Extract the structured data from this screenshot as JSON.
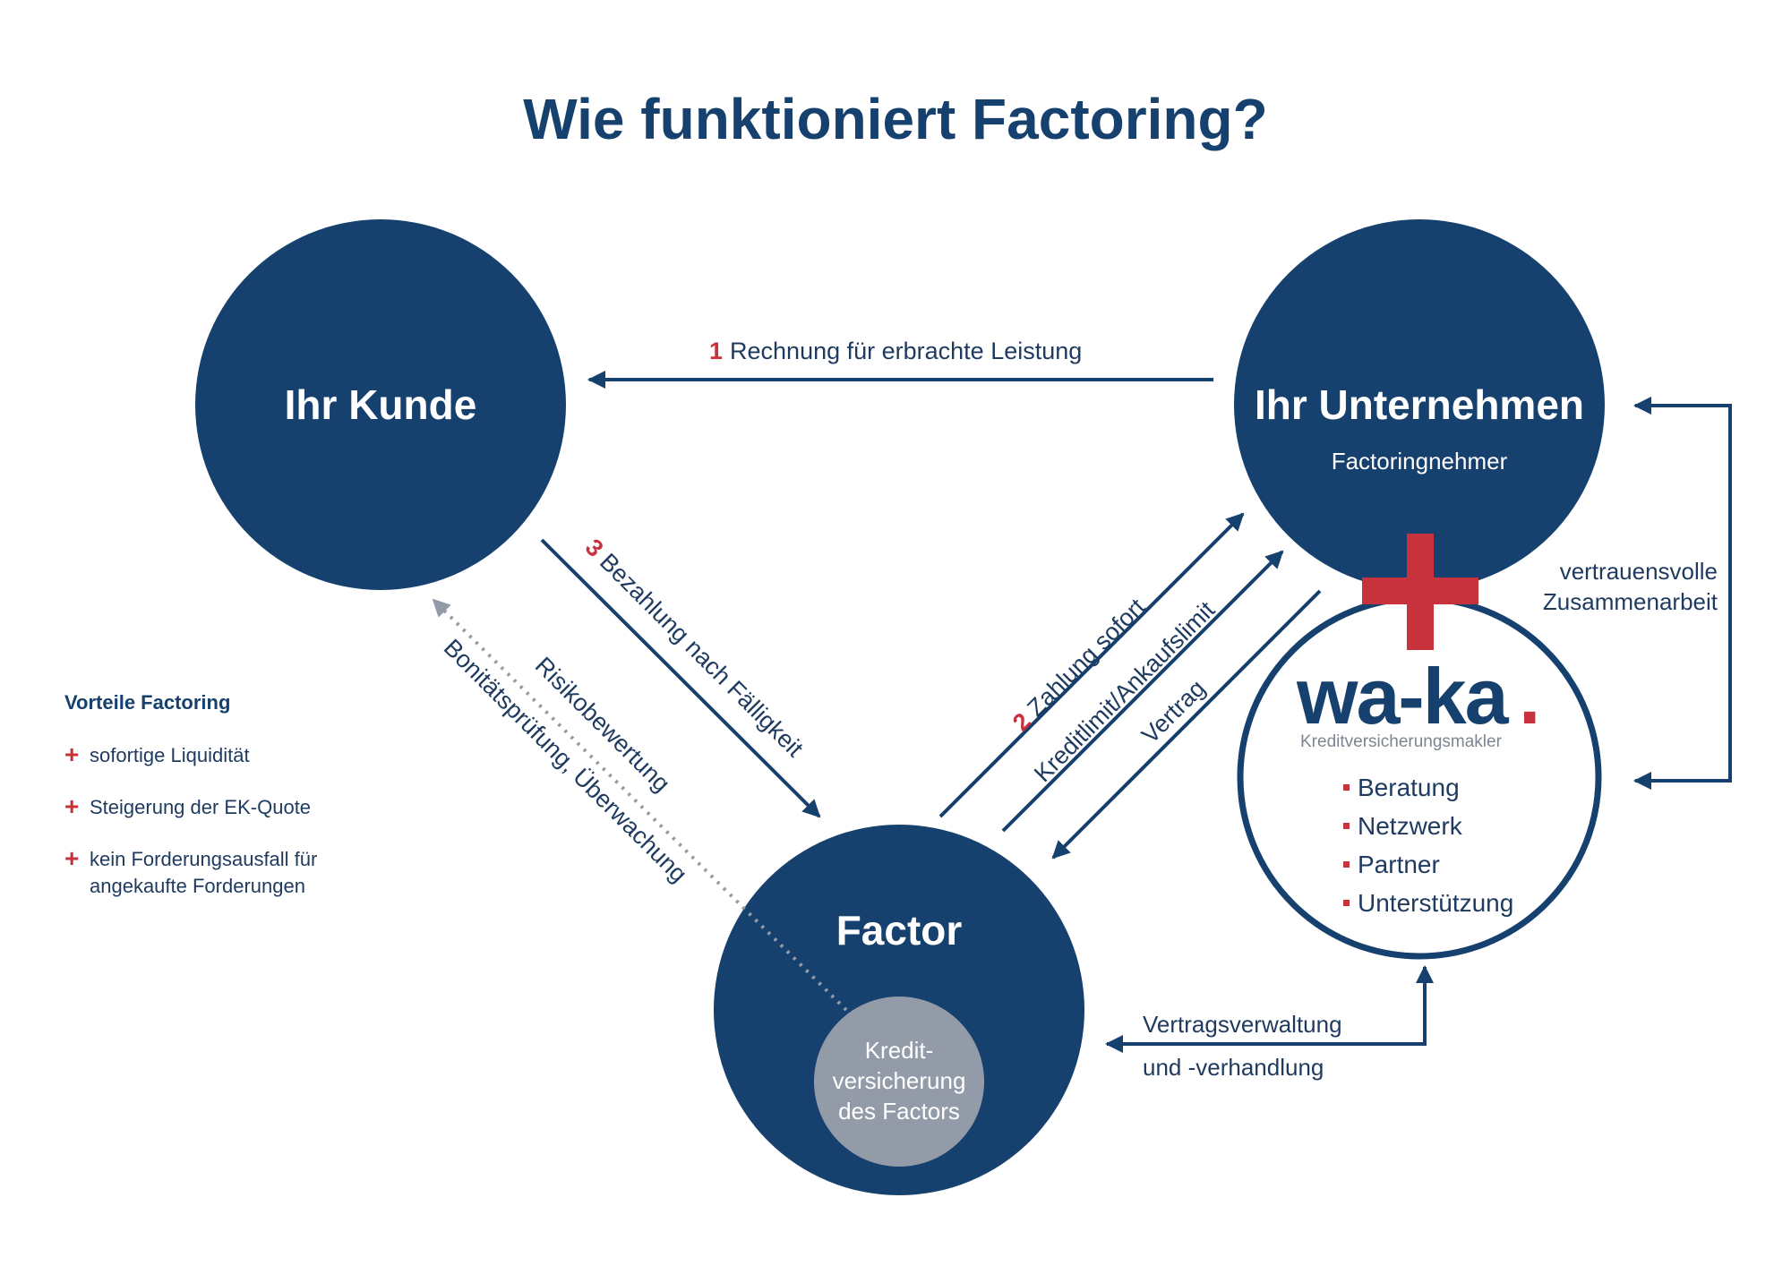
{
  "title": "Wie funktioniert Factoring?",
  "nodes": {
    "kunde": {
      "label": "Ihr Kunde"
    },
    "unternehmen": {
      "label": "Ihr Unternehmen",
      "sublabel": "Factoringnehmer"
    },
    "factor": {
      "label": "Factor"
    },
    "kreditversicherung": {
      "line1": "Kredit-",
      "line2": "versicherung",
      "line3": "des Factors"
    },
    "waka": {
      "logo_text": "wa-ka",
      "logo_dot": ".",
      "tagline": "Kreditversicherungsmakler",
      "services": [
        "Beratung",
        "Netzwerk",
        "Partner",
        "Unterstützung"
      ]
    }
  },
  "flows": {
    "rechnung": {
      "num": "1",
      "label": "Rechnung für erbrachte Leistung"
    },
    "zahlung": {
      "num": "2",
      "label": "Zahlung sofort"
    },
    "bezahlung": {
      "num": "3",
      "label": "Bezahlung nach Fälligkeit"
    },
    "kreditlimit": {
      "label": "Kreditlimit/Ankaufslimit"
    },
    "vertrag": {
      "label": "Vertrag"
    },
    "risikobewertung": {
      "label": "Risikobewertung"
    },
    "bonitaet": {
      "label": "Bonitätsprüfung, Überwachung"
    },
    "zusammenarbeit": {
      "line1": "vertrauensvolle",
      "line2": "Zusammenarbeit"
    },
    "vertragsverwaltung": {
      "line1": "Vertragsverwaltung",
      "line2": "und -verhandlung"
    }
  },
  "advantages": {
    "heading": "Vorteile Factoring",
    "bullet_symbol": "+",
    "items": [
      {
        "line1": "sofortige Liquidität"
      },
      {
        "line1": "Steigerung der EK-Quote"
      },
      {
        "line1": "kein Forderungsausfall für",
        "line2": "angekaufte Forderungen"
      }
    ]
  },
  "colors": {
    "navy": "#16406d",
    "text": "#1e3a5f",
    "red": "#c8323c",
    "grey": "#939ba9"
  }
}
